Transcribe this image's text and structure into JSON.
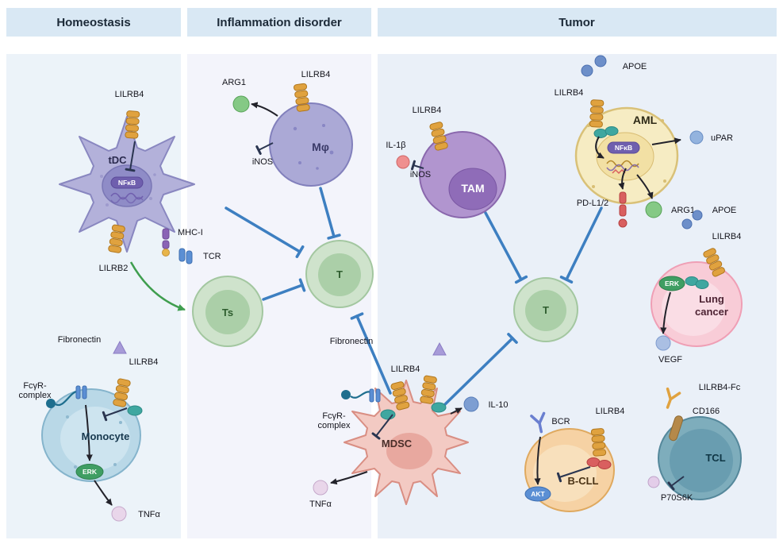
{
  "colors": {
    "header_bg": "#d9e8f4",
    "panel_homeostasis": "#ecf3f9",
    "panel_inflammation": "#f3f4fb",
    "panel_tumor": "#eaf0f8",
    "inhibition_arrow": "#3d7fc1",
    "receptor_lilrb4": "#e0a23f"
  },
  "headers": {
    "homeostasis": "Homeostasis",
    "inflammation": "Inflammation disorder",
    "tumor": "Tumor"
  },
  "homeostasis": {
    "tdc": {
      "name": "tDC",
      "lilrb4": "LILRB4",
      "lilrb2": "LILRB2",
      "nfkb": "NFκB",
      "mhc1": "MHC-I",
      "tcr": "TCR"
    },
    "ts": {
      "name": "Ts"
    },
    "monocyte": {
      "name": "Monocyte",
      "fibronectin": "Fibronectin",
      "lilrb4": "LILRB4",
      "fcgr_line1": "FcγR-",
      "fcgr_line2": "complex",
      "erk": "ERK",
      "tnfa": "TNFα"
    }
  },
  "inflammation": {
    "macrophage": {
      "name": "Mφ",
      "arg1": "ARG1",
      "lilrb4": "LILRB4",
      "inos": "iNOS"
    },
    "t": {
      "name": "T"
    },
    "mdsc": {
      "name": "MDSC",
      "fibronectin": "Fibronectin",
      "lilrb4": "LILRB4",
      "fcgr_line1": "FcγR-",
      "fcgr_line2": "complex",
      "il10": "IL-10",
      "tnfa": "TNFα"
    }
  },
  "tumor": {
    "tam": {
      "name": "TAM",
      "lilrb4": "LILRB4",
      "il1b": "IL-1β",
      "inos": "iNOS"
    },
    "aml": {
      "name": "AML",
      "apoe": "APOE",
      "lilrb4": "LILRB4",
      "nfkb": "NFκB",
      "upar": "uPAR",
      "arg1": "ARG1",
      "pdl12": "PD-L1/2"
    },
    "t": {
      "name": "T"
    },
    "lung": {
      "name_line1": "Lung",
      "name_line2": "cancer",
      "apoe": "APOE",
      "lilrb4": "LILRB4",
      "erk": "ERK",
      "vegf": "VEGF"
    },
    "bcll": {
      "name": "B-CLL",
      "bcr": "BCR",
      "lilrb4": "LILRB4",
      "akt": "AKT"
    },
    "tcl": {
      "name": "TCL",
      "lilrb4fc": "LILRB4-Fc",
      "cd166": "CD166",
      "p70s6k": "P70S6K"
    }
  }
}
